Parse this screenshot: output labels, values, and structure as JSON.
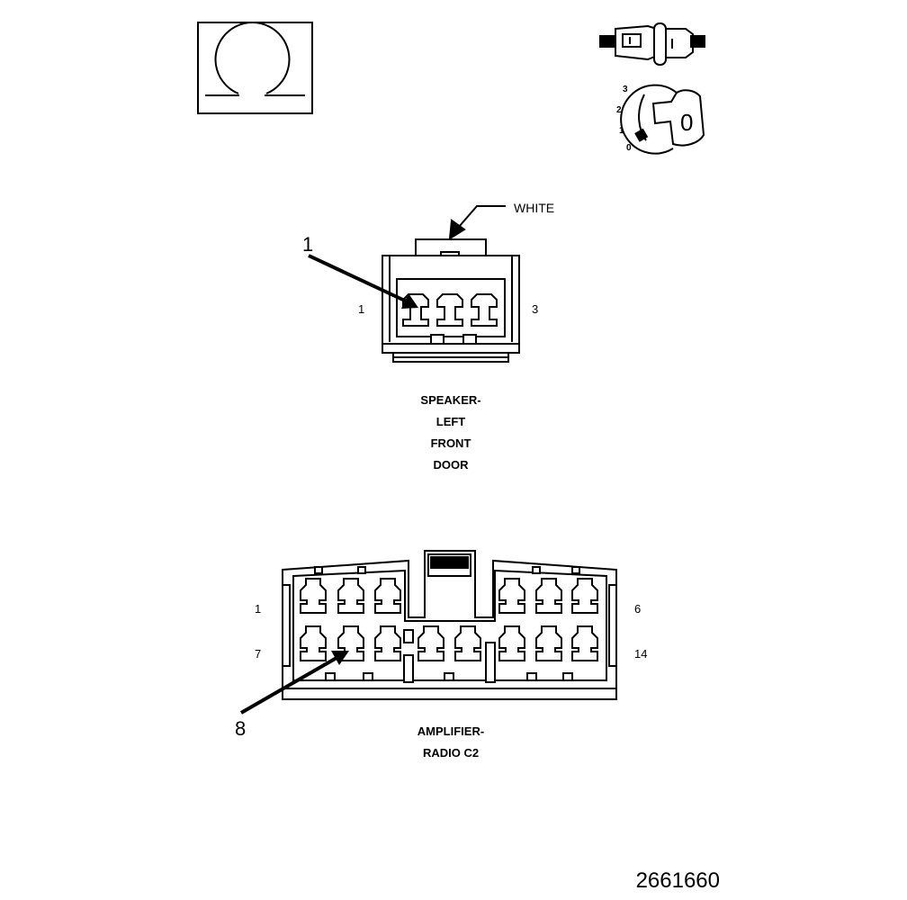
{
  "legend_icons": {
    "resistance_symbol": "ohm-symbol-icon",
    "connector_symbol": "inline-connector-icon",
    "ignition_symbol": "ignition-key-icon",
    "ignition_positions": [
      "3",
      "2",
      "1",
      "0"
    ],
    "key_text": "0"
  },
  "speaker_connector": {
    "callout_number": "1",
    "color_label": "WHITE",
    "pin_first": "1",
    "pin_last": "3",
    "title_lines": [
      "SPEAKER-",
      "LEFT",
      "FRONT",
      "DOOR"
    ]
  },
  "amplifier_connector": {
    "callout_number": "8",
    "pin_top_left": "1",
    "pin_top_right": "6",
    "pin_bottom_left": "7",
    "pin_bottom_right": "14",
    "title_lines": [
      "AMPLIFIER-",
      "RADIO C2"
    ]
  },
  "figure_number": "2661660"
}
